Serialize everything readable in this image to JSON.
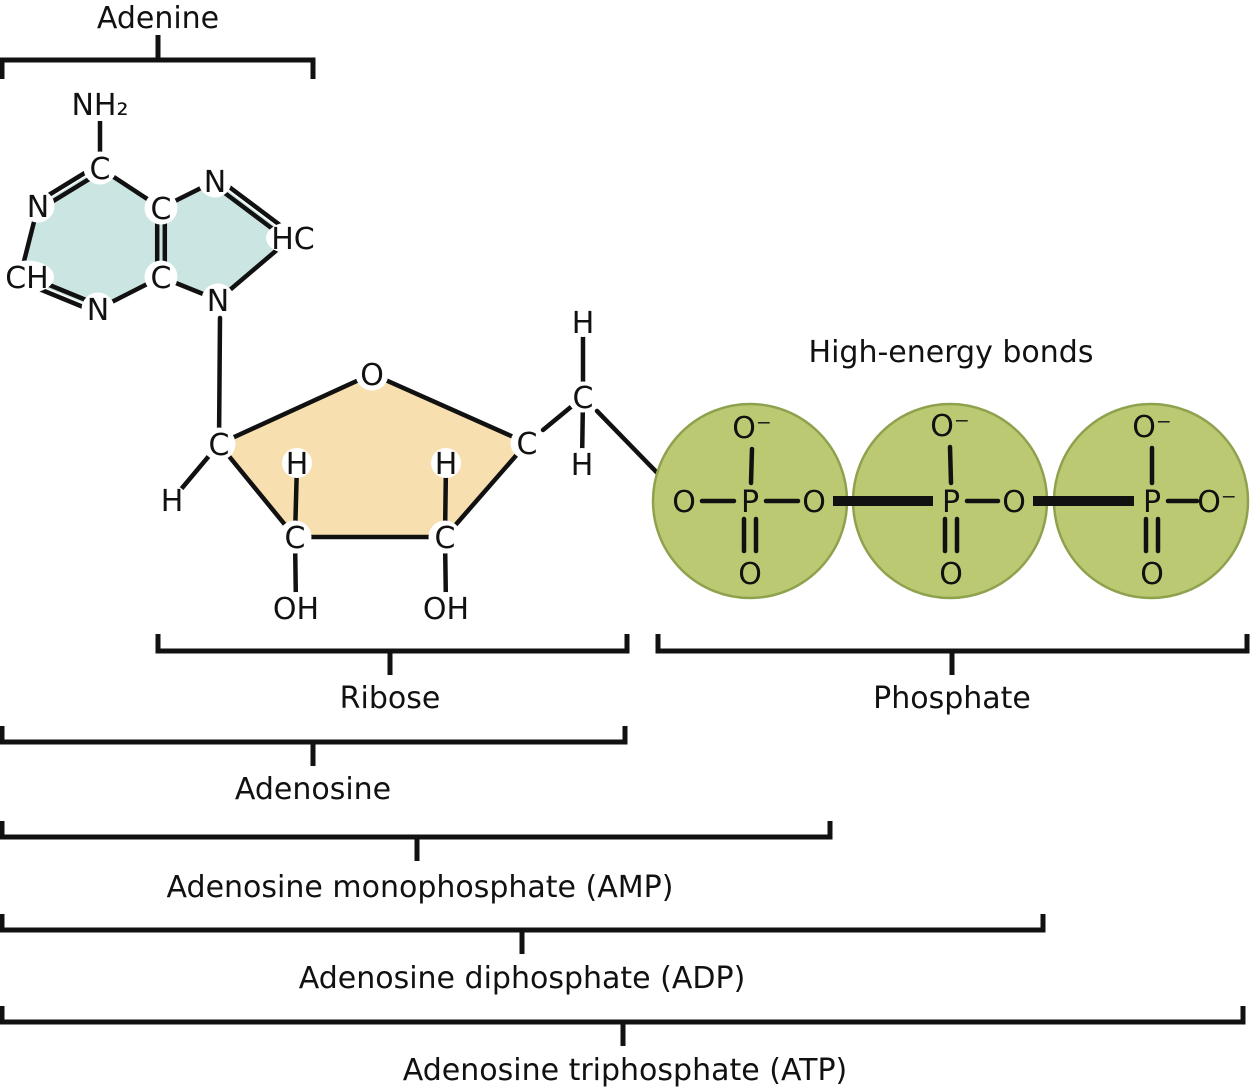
{
  "adenine": {
    "label": "Adenine",
    "atoms": {
      "amino": "NH₂",
      "c6": "C",
      "n1": "N",
      "c2": "CH",
      "n3": "N",
      "c4": "C",
      "c5": "C",
      "n7": "N",
      "c8": "HC",
      "n9": "N"
    }
  },
  "ribose": {
    "label": "Ribose",
    "atoms": {
      "o": "O",
      "c1": "C",
      "c2": "C",
      "c3": "C",
      "c4": "C",
      "h_on_c1": "H",
      "h_on_c2": "H",
      "h_on_c3": "H",
      "oh_on_c2": "OH",
      "oh_on_c3": "OH"
    },
    "ch2": {
      "c": "C",
      "h_top": "H",
      "h_bottom": "H"
    }
  },
  "phosphate": {
    "label": "Phosphate",
    "high_energy_label": "High-energy bonds",
    "groups": [
      {
        "o_top": "O⁻",
        "o_left": "O",
        "p": "P",
        "o_right": "O",
        "o_bottom": "O"
      },
      {
        "o_top": "O⁻",
        "p": "P",
        "o_right": "O",
        "o_bottom": "O"
      },
      {
        "o_top": "O⁻",
        "p": "P",
        "o_right": "O⁻",
        "o_bottom": "O"
      }
    ]
  },
  "hierarchy": {
    "adenosine": "Adenosine",
    "amp": "Adenosine monophosphate (AMP)",
    "adp": "Adenosine diphosphate (ADP)",
    "atp": "Adenosine triphosphate (ATP)"
  },
  "colors": {
    "background": "#ffffff",
    "adenine_fill": "#cbe5e2",
    "ribose_fill": "#f8dfb0",
    "phosphate_fill": "#bcc973",
    "phosphate_stroke": "#8ea24e",
    "bond": "#111111",
    "high_energy_bond": "#d93b32"
  }
}
